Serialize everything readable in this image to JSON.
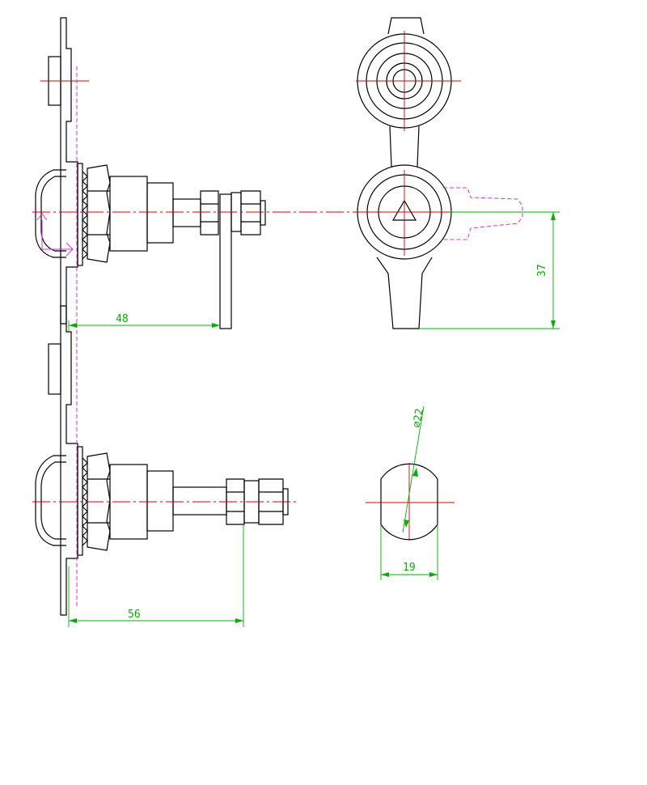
{
  "dimensions": {
    "d48": "48",
    "d56": "56",
    "d37": "37",
    "d19": "19",
    "d22": "⌀22"
  },
  "colors": {
    "object_lines": "#000000",
    "center_lines": "#d40000",
    "hidden_lines": "#cc33cc",
    "dimension_lines": "#00b000"
  }
}
